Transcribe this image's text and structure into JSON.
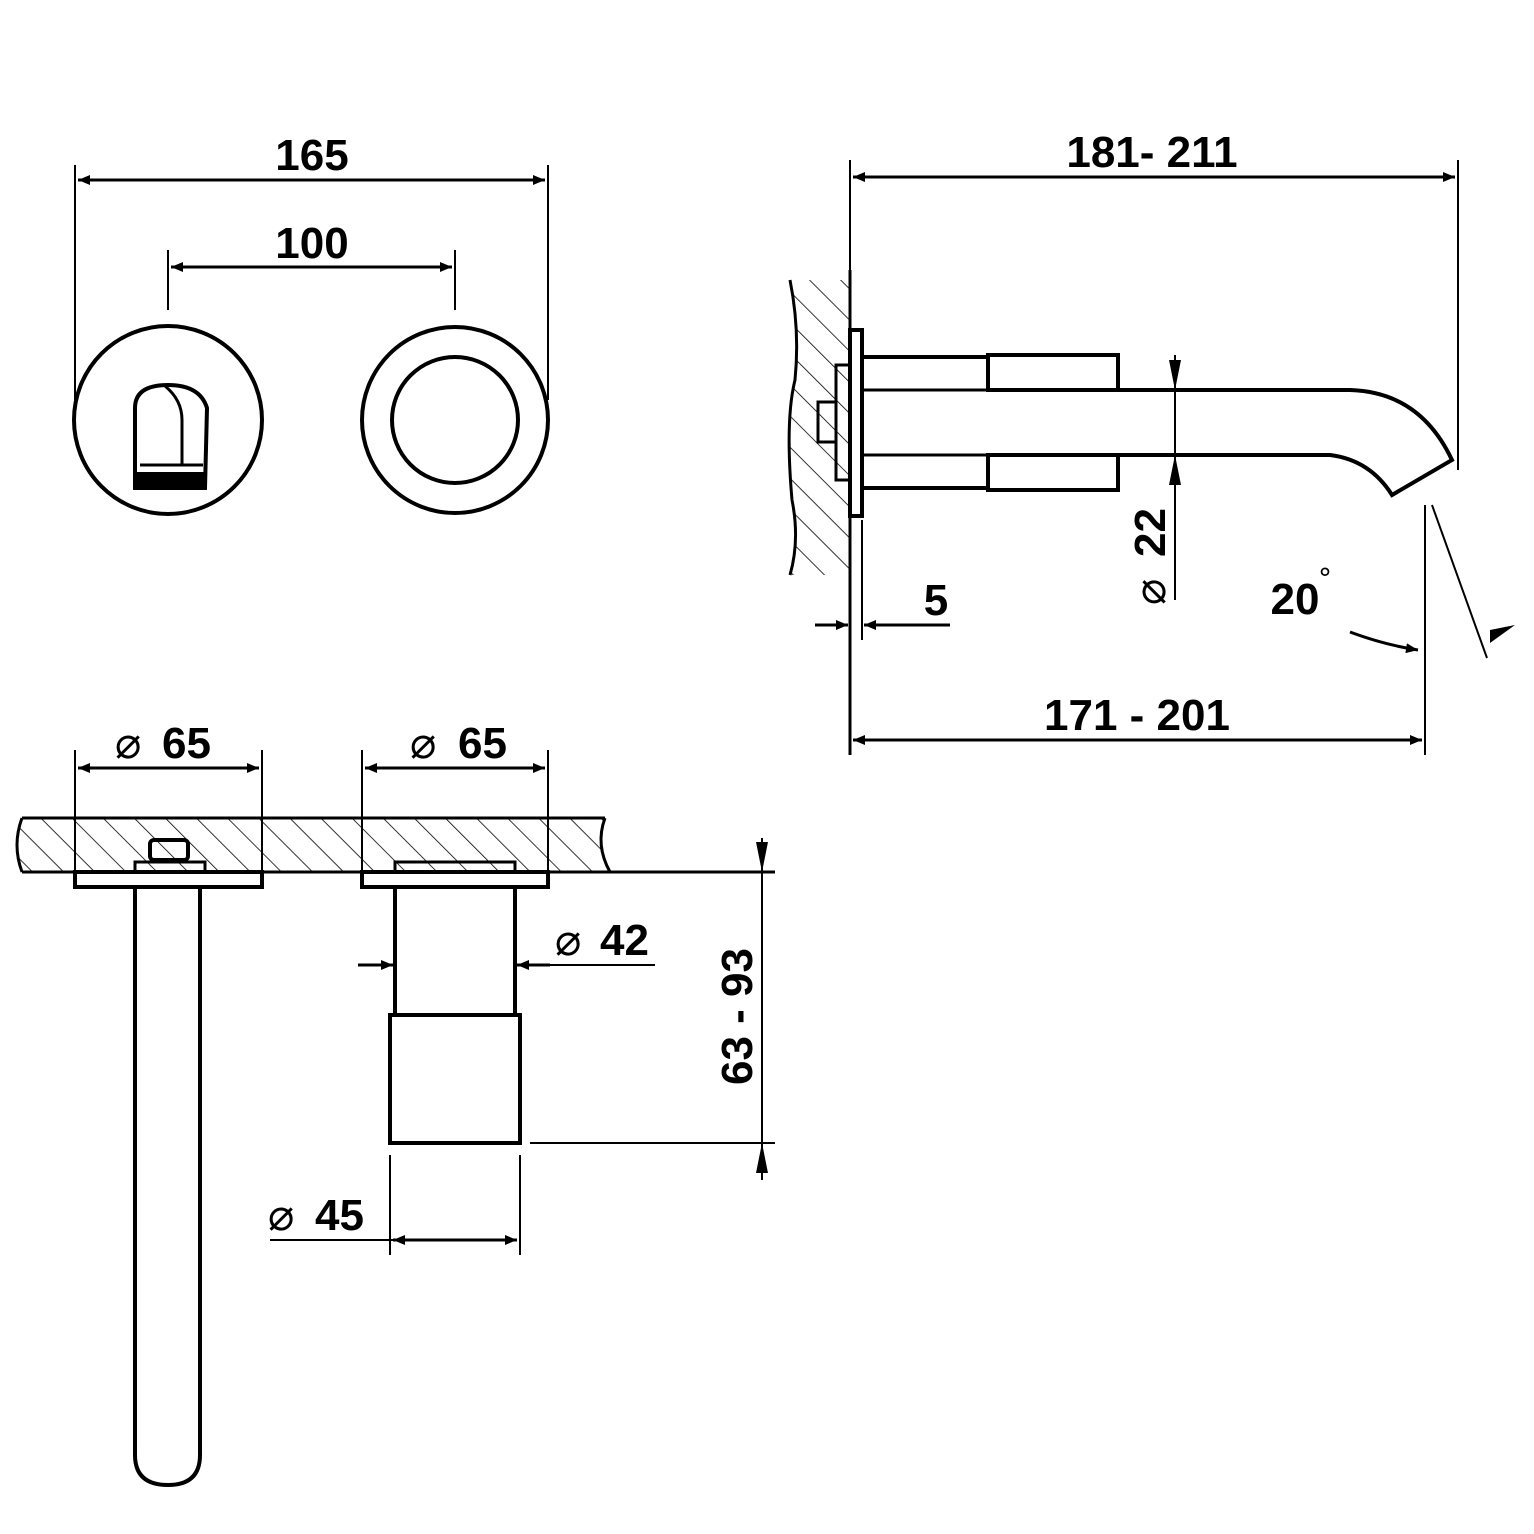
{
  "front_view": {
    "overall_width": "165",
    "center_spacing": "100"
  },
  "side_view": {
    "projection_total": "181- 211",
    "projection_spout": "171 - 201",
    "plate_thickness": "5",
    "spout_diameter": "22",
    "spout_angle": "20",
    "degree_mark": "°"
  },
  "top_view": {
    "left_rosette_diameter": "65",
    "right_rosette_diameter": "65",
    "body_diameter": "42",
    "sleeve_diameter": "45",
    "depth_range": "63 - 93"
  },
  "symbols": {
    "diameter": "⌀"
  }
}
